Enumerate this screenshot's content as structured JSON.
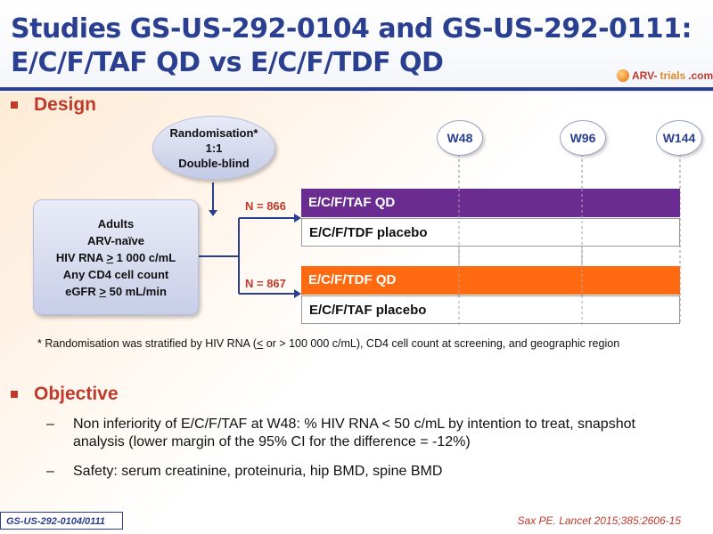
{
  "title": {
    "line1": "Studies GS-US-292-0104 and GS-US-292-0111:",
    "line2": "E/C/F/TAF QD vs E/C/F/TDF QD"
  },
  "logo": {
    "part1": "ARV-",
    "part2": "trials",
    "part3": ".com"
  },
  "design": {
    "heading": "Design",
    "randomisation": [
      "Randomisation*",
      "1:1",
      "Double-blind"
    ],
    "population": {
      "line1": "Adults",
      "line2": "ARV-naïve",
      "line3_pre": "HIV RNA ",
      "line3_sym": ">",
      "line3_post": " 1 000 c/mL",
      "line4": "Any CD4 cell count",
      "line5_pre": "eGFR ",
      "line5_sym": ">",
      "line5_post": " 50 mL/min"
    },
    "weeks": [
      "W48",
      "W96",
      "W144"
    ],
    "arms": [
      {
        "n": "N = 866",
        "active": "E/C/F/TAF QD",
        "placebo": "E/C/F/TDF placebo",
        "color": "#6a2c91"
      },
      {
        "n": "N = 867",
        "active": "E/C/F/TDF QD",
        "placebo": "E/C/F/TAF placebo",
        "color": "#ff6a10"
      }
    ],
    "footnote_pre": "* Randomisation was stratified by HIV RNA (",
    "footnote_sym": "<",
    "footnote_post": " or > 100 000 c/mL), CD4 cell count at screening, and geographic region"
  },
  "objective": {
    "heading": "Objective",
    "items": [
      "Non inferiority of E/C/F/TAF at W48: % HIV RNA < 50 c/mL by intention to treat, snapshot analysis (lower margin of the 95% CI for the difference = -12%)",
      "Safety: serum creatinine, proteinuria, hip BMD, spine BMD"
    ],
    "dash": "–"
  },
  "footer": {
    "study_tag": "GS-US-292-0104/0111",
    "reference": "Sax PE. Lancet 2015;385:2606-15"
  },
  "colors": {
    "title": "#2a3f8f",
    "accent": "#c0392b",
    "purple": "#6a2c91",
    "orange": "#ff6a10"
  }
}
